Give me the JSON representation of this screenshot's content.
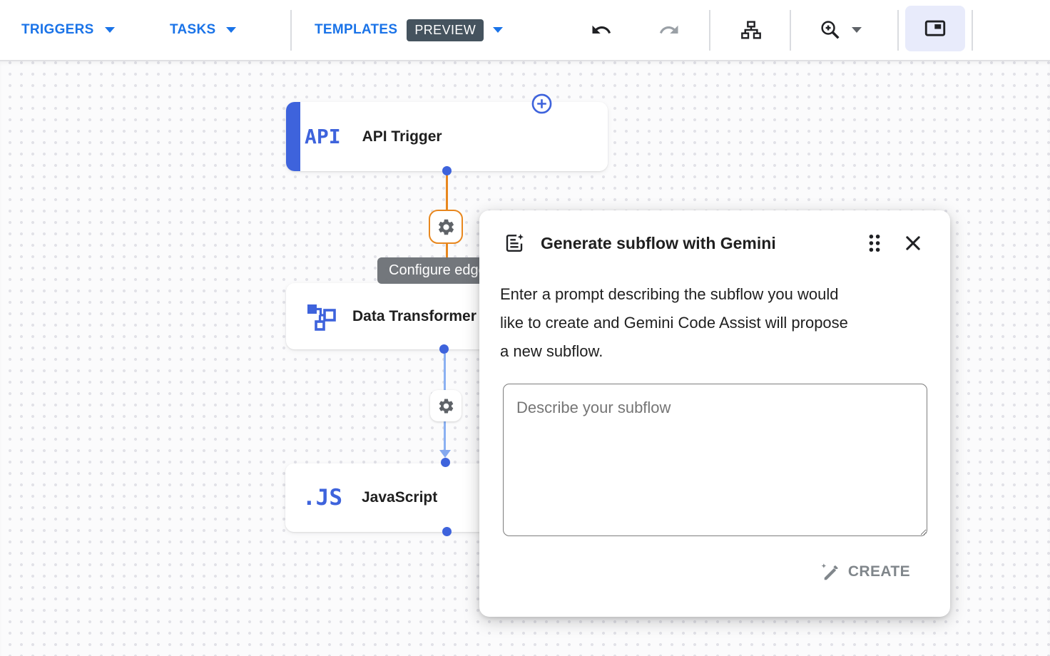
{
  "toolbar": {
    "triggers": "TRIGGERS",
    "tasks": "TASKS",
    "templates": "TEMPLATES",
    "preview_badge": "PREVIEW",
    "icons": [
      "undo-icon",
      "redo-icon",
      "flowchart-layout-icon",
      "zoom-in-icon",
      "minimap-toggle-icon"
    ]
  },
  "canvas": {
    "tooltip": "Configure edge",
    "nodes": [
      {
        "badge": "API",
        "label": "API Trigger"
      },
      {
        "icon": "data-transformer-icon",
        "label": "Data Transformer"
      },
      {
        "badge": ".JS",
        "label": "JavaScript"
      }
    ],
    "edge_icons": [
      "gear-icon",
      "gear-icon"
    ],
    "add_icon": "plus-circle-icon"
  },
  "dialog": {
    "icon": "doc-sparkle-icon",
    "title": "Generate subflow with Gemini",
    "description_lines": [
      "Enter a prompt describing the subflow you would",
      "like to create and Gemini Code Assist will propose",
      "a new subflow."
    ],
    "textarea_placeholder": "Describe your subflow",
    "create_label": "CREATE",
    "create_icon": "pencil-sparkle-icon",
    "header_icons": [
      "drag-handle-icon",
      "close-icon"
    ]
  },
  "colors": {
    "accent_blue": "#1a73e8",
    "node_blue": "#3e63dc",
    "selected_edge_orange": "#e8871e",
    "edge_blue": "#8ab0f2",
    "preview_badge_bg": "#45535e",
    "redo_disabled_gray": "#9aa0a6",
    "create_gray": "#80868b",
    "minimap_active_bg": "#e8ebfb"
  }
}
